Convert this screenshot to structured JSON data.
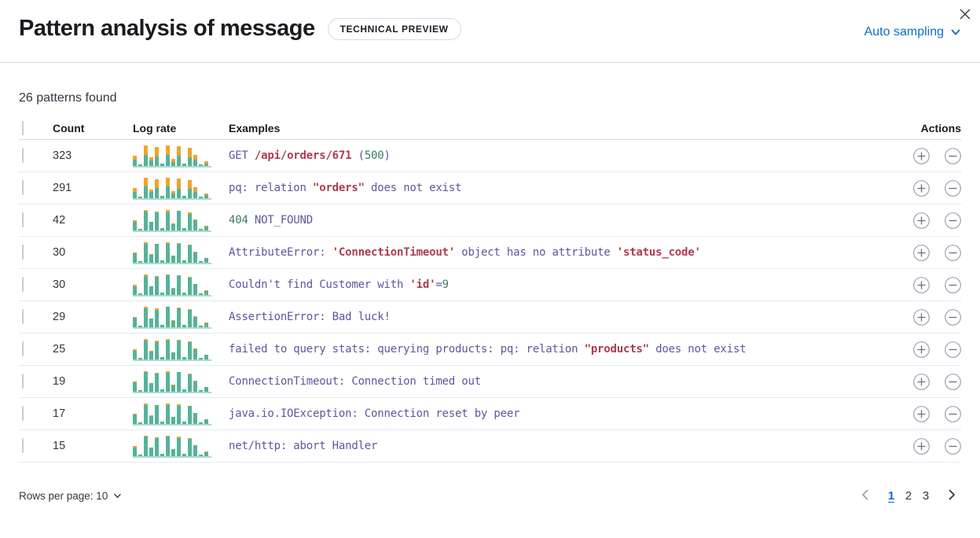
{
  "header": {
    "title": "Pattern analysis of message",
    "badge": "TECHNICAL PREVIEW",
    "sampling": "Auto sampling"
  },
  "icons": {
    "close": "x",
    "chevron_down": "v",
    "plus_circle": "+",
    "minus_circle": "-",
    "prev_page": "<",
    "next_page": ">"
  },
  "summary": "26 patterns found",
  "table": {
    "headers": {
      "count": "Count",
      "log_rate": "Log rate",
      "examples": "Examples",
      "actions": "Actions"
    },
    "rows": [
      {
        "count": "323",
        "segments": [
          {
            "text": "GET ",
            "color": "purple"
          },
          {
            "text": "/api/orders/671",
            "color": "crimson",
            "bold": true
          },
          {
            "text": " (",
            "color": "purple"
          },
          {
            "text": "500",
            "color": "teal"
          },
          {
            "text": ")",
            "color": "purple"
          }
        ],
        "bars": [
          [
            0.5,
            0.35
          ],
          [
            0.07,
            0
          ],
          [
            1.0,
            0.45
          ],
          [
            0.42,
            0.35
          ],
          [
            0.93,
            0.48
          ],
          [
            0.12,
            0
          ],
          [
            1.0,
            0.45
          ],
          [
            0.36,
            0.4
          ],
          [
            0.95,
            0.48
          ],
          [
            0.13,
            0
          ],
          [
            0.9,
            0.5
          ],
          [
            0.55,
            0.45
          ],
          [
            0.08,
            0
          ],
          [
            0.24,
            0.45
          ]
        ]
      },
      {
        "count": "291",
        "segments": [
          {
            "text": "pq: relation ",
            "color": "purple"
          },
          {
            "text": "\"orders\"",
            "color": "crimson",
            "bold": true
          },
          {
            "text": " does not exist",
            "color": "purple"
          }
        ],
        "bars": [
          [
            0.5,
            0.4
          ],
          [
            0.07,
            0
          ],
          [
            1.0,
            0.42
          ],
          [
            0.42,
            0.3
          ],
          [
            0.93,
            0.45
          ],
          [
            0.12,
            0
          ],
          [
            1.0,
            0.42
          ],
          [
            0.36,
            0.35
          ],
          [
            0.95,
            0.5
          ],
          [
            0.13,
            0
          ],
          [
            0.9,
            0.48
          ],
          [
            0.55,
            0.4
          ],
          [
            0.08,
            0
          ],
          [
            0.24,
            0.4
          ]
        ]
      },
      {
        "count": "42",
        "segments": [
          {
            "text": "404",
            "color": "teal"
          },
          {
            "text": " NOT_FOUND",
            "color": "purple"
          }
        ],
        "bars": [
          [
            0.5,
            0.12
          ],
          [
            0.07,
            0
          ],
          [
            1.0,
            0.08
          ],
          [
            0.42,
            0
          ],
          [
            0.93,
            0.06
          ],
          [
            0.12,
            0
          ],
          [
            1.0,
            0.1
          ],
          [
            0.36,
            0.1
          ],
          [
            0.95,
            0
          ],
          [
            0.13,
            0
          ],
          [
            0.9,
            0.07
          ],
          [
            0.55,
            0.1
          ],
          [
            0.08,
            0
          ],
          [
            0.24,
            0.14
          ]
        ]
      },
      {
        "count": "30",
        "segments": [
          {
            "text": "AttributeError: ",
            "color": "purple"
          },
          {
            "text": "'ConnectionTimeout'",
            "color": "crimson",
            "bold": true
          },
          {
            "text": " object has no attribute ",
            "color": "purple"
          },
          {
            "text": "'status_code'",
            "color": "crimson",
            "bold": true
          }
        ],
        "bars": [
          [
            0.5,
            0.08
          ],
          [
            0.07,
            0
          ],
          [
            1.0,
            0.06
          ],
          [
            0.42,
            0.08
          ],
          [
            0.93,
            0
          ],
          [
            0.12,
            0
          ],
          [
            1.0,
            0.06
          ],
          [
            0.36,
            0
          ],
          [
            0.95,
            0.05
          ],
          [
            0.13,
            0
          ],
          [
            0.9,
            0.06
          ],
          [
            0.55,
            0.08
          ],
          [
            0.08,
            0
          ],
          [
            0.24,
            0
          ]
        ]
      },
      {
        "count": "30",
        "segments": [
          {
            "text": "Couldn't find Customer with ",
            "color": "purple"
          },
          {
            "text": "'id'",
            "color": "crimson",
            "bold": true
          },
          {
            "text": "=",
            "color": "purple"
          },
          {
            "text": "9",
            "color": "teal"
          }
        ],
        "bars": [
          [
            0.5,
            0.14
          ],
          [
            0.07,
            0
          ],
          [
            1.0,
            0.07
          ],
          [
            0.42,
            0
          ],
          [
            0.93,
            0.06
          ],
          [
            0.12,
            0
          ],
          [
            1.0,
            0.05
          ],
          [
            0.36,
            0.1
          ],
          [
            0.95,
            0
          ],
          [
            0.13,
            0
          ],
          [
            0.9,
            0.06
          ],
          [
            0.55,
            0
          ],
          [
            0.08,
            0
          ],
          [
            0.24,
            0.12
          ]
        ]
      },
      {
        "count": "29",
        "segments": [
          {
            "text": "AssertionError: Bad luck!",
            "color": "purple"
          }
        ],
        "bars": [
          [
            0.5,
            0.1
          ],
          [
            0.07,
            0
          ],
          [
            1.0,
            0.06
          ],
          [
            0.42,
            0
          ],
          [
            0.93,
            0.07
          ],
          [
            0.12,
            0
          ],
          [
            1.0,
            0
          ],
          [
            0.36,
            0.08
          ],
          [
            0.95,
            0.05
          ],
          [
            0.13,
            0
          ],
          [
            0.9,
            0.06
          ],
          [
            0.55,
            0.09
          ],
          [
            0.08,
            0
          ],
          [
            0.24,
            0.1
          ]
        ]
      },
      {
        "count": "25",
        "segments": [
          {
            "text": "failed to query stats: querying products: pq: relation ",
            "color": "purple"
          },
          {
            "text": "\"products\"",
            "color": "crimson",
            "bold": true
          },
          {
            "text": " does not exist",
            "color": "purple"
          }
        ],
        "bars": [
          [
            0.5,
            0.12
          ],
          [
            0.07,
            0
          ],
          [
            1.0,
            0.08
          ],
          [
            0.42,
            0.07
          ],
          [
            0.93,
            0.07
          ],
          [
            0.12,
            0
          ],
          [
            1.0,
            0.06
          ],
          [
            0.36,
            0
          ],
          [
            0.95,
            0.05
          ],
          [
            0.13,
            0
          ],
          [
            0.9,
            0.06
          ],
          [
            0.55,
            0.08
          ],
          [
            0.08,
            0
          ],
          [
            0.24,
            0
          ]
        ]
      },
      {
        "count": "19",
        "segments": [
          {
            "text": "ConnectionTimeout: Connection timed out",
            "color": "purple"
          }
        ],
        "bars": [
          [
            0.5,
            0.08
          ],
          [
            0.07,
            0
          ],
          [
            1.0,
            0.05
          ],
          [
            0.42,
            0
          ],
          [
            0.93,
            0.06
          ],
          [
            0.12,
            0
          ],
          [
            1.0,
            0.06
          ],
          [
            0.36,
            0.1
          ],
          [
            0.95,
            0
          ],
          [
            0.13,
            0
          ],
          [
            0.9,
            0.05
          ],
          [
            0.55,
            0.07
          ],
          [
            0.08,
            0
          ],
          [
            0.24,
            0
          ]
        ]
      },
      {
        "count": "17",
        "segments": [
          {
            "text": "java.io.IOException: Connection reset by peer",
            "color": "purple"
          }
        ],
        "bars": [
          [
            0.5,
            0.1
          ],
          [
            0.07,
            0
          ],
          [
            1.0,
            0.06
          ],
          [
            0.42,
            0.06
          ],
          [
            0.93,
            0
          ],
          [
            0.12,
            0
          ],
          [
            1.0,
            0.07
          ],
          [
            0.36,
            0
          ],
          [
            0.95,
            0.06
          ],
          [
            0.13,
            0.1
          ],
          [
            0.9,
            0
          ],
          [
            0.55,
            0
          ],
          [
            0.08,
            0
          ],
          [
            0.24,
            0.08
          ]
        ]
      },
      {
        "count": "15",
        "segments": [
          {
            "text": "net/http: abort Handler",
            "color": "purple"
          }
        ],
        "bars": [
          [
            0.5,
            0.15
          ],
          [
            0.07,
            0
          ],
          [
            1.0,
            0.05
          ],
          [
            0.42,
            0
          ],
          [
            0.93,
            0.06
          ],
          [
            0.12,
            0
          ],
          [
            1.0,
            0.05
          ],
          [
            0.36,
            0
          ],
          [
            0.95,
            0.06
          ],
          [
            0.13,
            0
          ],
          [
            0.9,
            0.05
          ],
          [
            0.55,
            0
          ],
          [
            0.08,
            0
          ],
          [
            0.24,
            0.12
          ]
        ]
      }
    ]
  },
  "footer": {
    "rows_per_page": "Rows per page: 10",
    "pages": [
      "1",
      "2",
      "3"
    ],
    "active_page": "1"
  },
  "colors": {
    "purple": "#64539e",
    "crimson": "#ad3a56",
    "teal": "#3a7d69",
    "bar_green": "#54b399",
    "bar_orange": "#f0a32a",
    "baseline": "#aadcc8",
    "link_blue": "#0d6bce"
  }
}
